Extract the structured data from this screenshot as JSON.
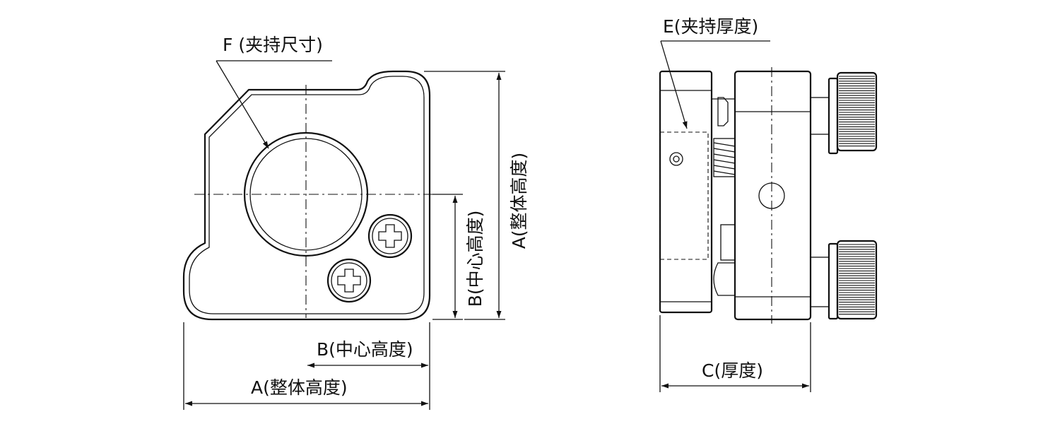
{
  "front_view": {
    "label_F": "F (夹持尺寸)",
    "label_B_vertical": "B(中心高度)",
    "label_A_vertical": "A(整体高度)",
    "label_B_horizontal": "B(中心高度)",
    "label_A_horizontal": "A(整体高度)"
  },
  "side_view": {
    "label_E": "E(夹持厚度)",
    "label_C": "C(厚度)"
  }
}
